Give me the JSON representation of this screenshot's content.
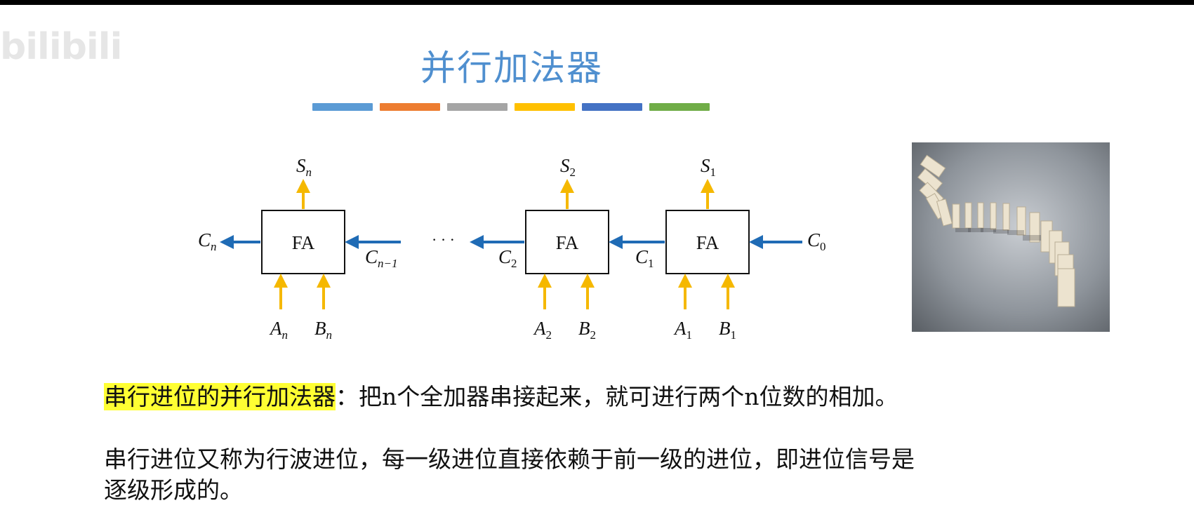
{
  "watermark": "bilibili",
  "slide": {
    "title": "并行加法器",
    "color_bars": [
      "#5b9bd5",
      "#ed7d31",
      "#a5a5a5",
      "#ffc000",
      "#4472c4",
      "#70ad47"
    ]
  },
  "diagram": {
    "block_label": "FA",
    "ellipsis": "· · ·",
    "labels": {
      "s_n": {
        "main": "S",
        "sub": "n"
      },
      "s_2": {
        "main": "S",
        "sub": "2"
      },
      "s_1": {
        "main": "S",
        "sub": "1"
      },
      "c_n": {
        "main": "C",
        "sub": "n"
      },
      "c_n_minus_1": {
        "main": "C",
        "sub": "n−1"
      },
      "c_2": {
        "main": "C",
        "sub": "2"
      },
      "c_1": {
        "main": "C",
        "sub": "1"
      },
      "c_0": {
        "main": "C",
        "sub": "0"
      },
      "a_n": {
        "main": "A",
        "sub": "n"
      },
      "b_n": {
        "main": "B",
        "sub": "n"
      },
      "a_2": {
        "main": "A",
        "sub": "2"
      },
      "b_2": {
        "main": "B",
        "sub": "2"
      },
      "a_1": {
        "main": "A",
        "sub": "1"
      },
      "b_1": {
        "main": "B",
        "sub": "1"
      }
    },
    "colors": {
      "carry_arrow": "#1f6bb5",
      "io_arrow": "#f5b800"
    }
  },
  "text": {
    "highlight": "串行进位的并行加法器",
    "line1_rest": "：把n个全加器串接起来，就可进行两个n位数的相加。",
    "line2": "串行进位又称为行波进位，每一级进位直接依赖于前一级的进位，即进位信号是逐级形成的。"
  },
  "image": {
    "icon": "dominoes-photo"
  }
}
